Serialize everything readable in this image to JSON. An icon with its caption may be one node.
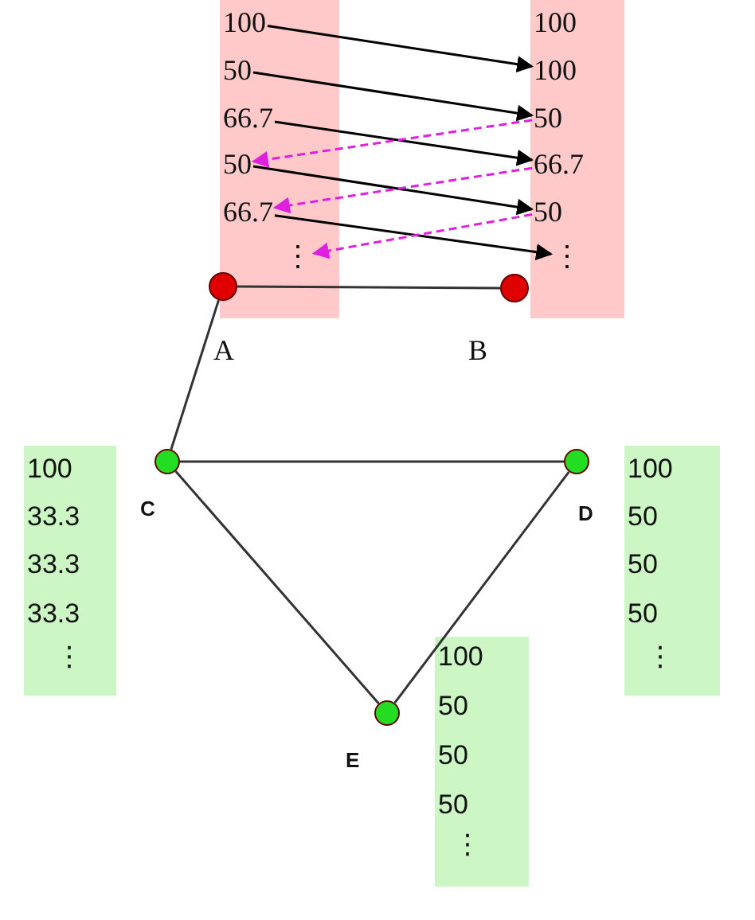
{
  "diagram": {
    "nodes": [
      {
        "text": [],
        "shape": "box"
      },
      {
        "text": [
          "100"
        ],
        "in": 0
      },
      {
        "text": [
          "50"
        ],
        "in": 0
      },
      {
        "text": [
          "66.7"
        ],
        "in": 0
      },
      {
        "text": [
          "50"
        ],
        "in": 0
      },
      {
        "text": [
          "66.7"
        ],
        "in": 0
      },
      {
        "text": [
          "⋮"
        ],
        "in": 0
      },
      {
        "text": [],
        "shape": "box"
      },
      {
        "text": [
          "100"
        ],
        "in": 7
      },
      {
        "text": [
          "100"
        ],
        "in": 7
      },
      {
        "text": [
          "50"
        ],
        "in": 7
      },
      {
        "text": [
          "66.7"
        ],
        "in": 7
      },
      {
        "text": [
          "50"
        ],
        "in": 7
      },
      {
        "text": [
          "⋮"
        ],
        "in": 7
      },
      {
        "text": [
          "A"
        ]
      },
      {
        "text": [
          "B"
        ]
      },
      {
        "text": [
          "C"
        ]
      },
      {
        "text": [
          "D"
        ]
      },
      {
        "text": [
          "E"
        ]
      },
      {
        "text": [],
        "shape": "box"
      },
      {
        "text": [
          "100"
        ],
        "in": 19
      },
      {
        "text": [
          "33.3"
        ],
        "in": 19
      },
      {
        "text": [
          "33.3"
        ],
        "in": 19
      },
      {
        "text": [
          "33.3"
        ],
        "in": 19
      },
      {
        "text": [
          "⋮"
        ],
        "in": 19
      },
      {
        "text": [],
        "shape": "box"
      },
      {
        "text": [
          "100"
        ],
        "in": 25
      },
      {
        "text": [
          "50"
        ],
        "in": 25
      },
      {
        "text": [
          "50"
        ],
        "in": 25
      },
      {
        "text": [
          "50"
        ],
        "in": 25
      },
      {
        "text": [
          "⋮"
        ],
        "in": 25
      },
      {
        "text": [],
        "shape": "box"
      },
      {
        "text": [
          "100"
        ],
        "in": 31
      },
      {
        "text": [
          "50"
        ],
        "in": 31
      },
      {
        "text": [
          "50"
        ],
        "in": 31
      },
      {
        "text": [
          "50"
        ],
        "in": 31
      },
      {
        "text": [
          "⋮"
        ],
        "in": 31
      }
    ],
    "edges": [
      {
        "from": 1,
        "to": 9,
        "arrow": "to"
      },
      {
        "from": 2,
        "to": 10,
        "arrow": "to"
      },
      {
        "from": 3,
        "to": 11,
        "arrow": "to"
      },
      {
        "from": 4,
        "to": 12,
        "arrow": "to"
      },
      {
        "from": 5,
        "to": 13,
        "arrow": "to"
      },
      {
        "from": 10,
        "to": 4,
        "arrow": "to",
        "style": "dashed",
        "color": "#e020e0"
      },
      {
        "from": 11,
        "to": 5,
        "arrow": "to",
        "style": "dashed",
        "color": "#e020e0"
      },
      {
        "from": 12,
        "to": 6,
        "arrow": "to",
        "style": "dashed",
        "color": "#e020e0"
      },
      {
        "from": 14,
        "to": 15,
        "arrow": "none"
      },
      {
        "from": 14,
        "to": 16,
        "arrow": "none"
      },
      {
        "from": 16,
        "to": 17,
        "arrow": "none"
      },
      {
        "from": 16,
        "to": 18,
        "arrow": "none"
      },
      {
        "from": 17,
        "to": 18,
        "arrow": "none"
      }
    ]
  }
}
